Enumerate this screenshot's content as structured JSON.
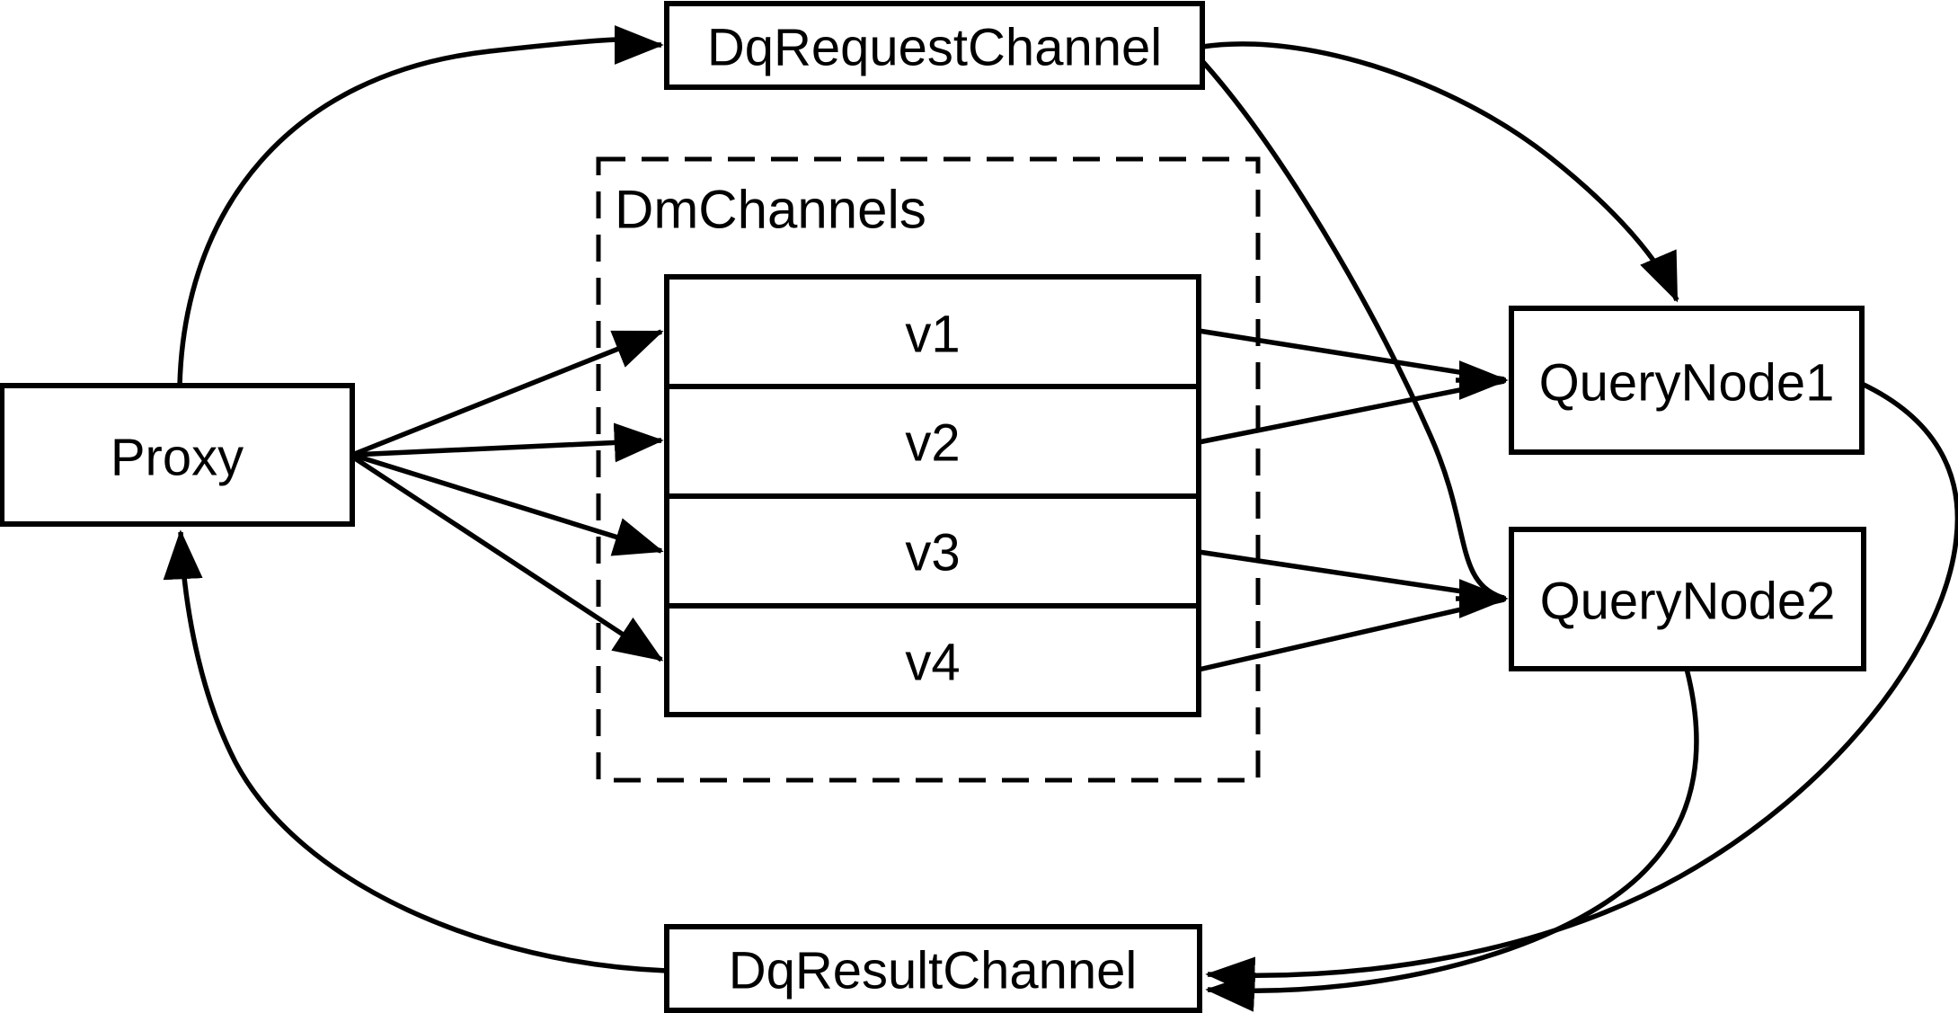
{
  "diagram": {
    "type": "flow-diagram",
    "colors": {
      "background": "#ffffff",
      "stroke": "#000000",
      "text": "#000000"
    },
    "nodes": {
      "proxy": "Proxy",
      "request_channel": "DqRequestChannel",
      "dm_channels_group": "DmChannels",
      "dm_channel_items": [
        "v1",
        "v2",
        "v3",
        "v4"
      ],
      "query_node_1": "QueryNode1",
      "query_node_2": "QueryNode2",
      "result_channel": "DqResultChannel"
    },
    "edges": [
      {
        "from": "Proxy",
        "to": "DqRequestChannel"
      },
      {
        "from": "Proxy",
        "to": "v1"
      },
      {
        "from": "Proxy",
        "to": "v2"
      },
      {
        "from": "Proxy",
        "to": "v3"
      },
      {
        "from": "Proxy",
        "to": "v4"
      },
      {
        "from": "DqRequestChannel",
        "to": "QueryNode1"
      },
      {
        "from": "DqRequestChannel",
        "to": "QueryNode2"
      },
      {
        "from": "v1",
        "to": "QueryNode1"
      },
      {
        "from": "v2",
        "to": "QueryNode1"
      },
      {
        "from": "v3",
        "to": "QueryNode2"
      },
      {
        "from": "v4",
        "to": "QueryNode2"
      },
      {
        "from": "QueryNode1",
        "to": "DqResultChannel"
      },
      {
        "from": "QueryNode2",
        "to": "DqResultChannel"
      },
      {
        "from": "DqResultChannel",
        "to": "Proxy"
      }
    ]
  }
}
